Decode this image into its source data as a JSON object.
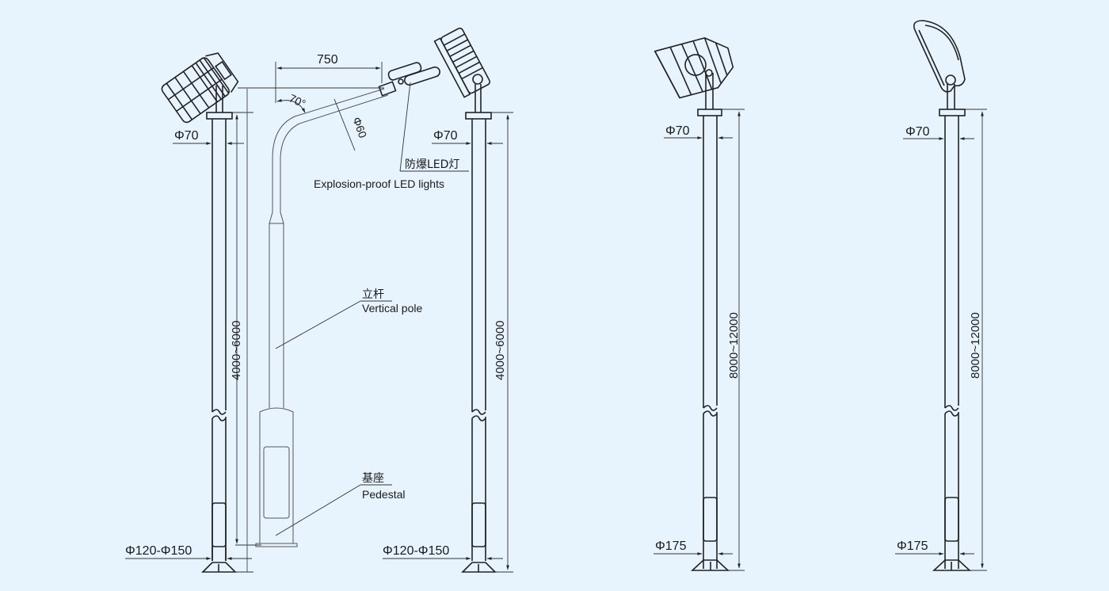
{
  "diagram": {
    "background": "#e8f4fd",
    "line_color": "#222222",
    "poles": [
      {
        "id": "pole-1",
        "lamp_type": "caged-explosion-proof",
        "top_diameter": "Φ70",
        "height": "4000~6000",
        "base_diameter": "Φ120-Φ150"
      },
      {
        "id": "pole-2-arm",
        "lamp_type": "led-street-head-on-arm",
        "arm_length": "750",
        "arm_angle": "70°",
        "arm_diameter": "Φ60",
        "callouts": {
          "lamp_cn": "防爆LED灯",
          "lamp_en": "Explosion-proof LED lights",
          "pole_cn": "立杆",
          "pole_en": "Vertical pole",
          "pedestal_cn": "基座",
          "pedestal_en": "Pedestal"
        }
      },
      {
        "id": "pole-3",
        "lamp_type": "flood-light",
        "top_diameter": "Φ70",
        "height": "4000~6000",
        "base_diameter": "Φ120-Φ150"
      },
      {
        "id": "pole-4",
        "lamp_type": "round-caged-flood-light",
        "top_diameter": "Φ70",
        "height": "8000~12000",
        "base_diameter": "Φ175"
      },
      {
        "id": "pole-5",
        "lamp_type": "slim-flood-light",
        "top_diameter": "Φ70",
        "height": "8000~12000",
        "base_diameter": "Φ175"
      }
    ]
  }
}
